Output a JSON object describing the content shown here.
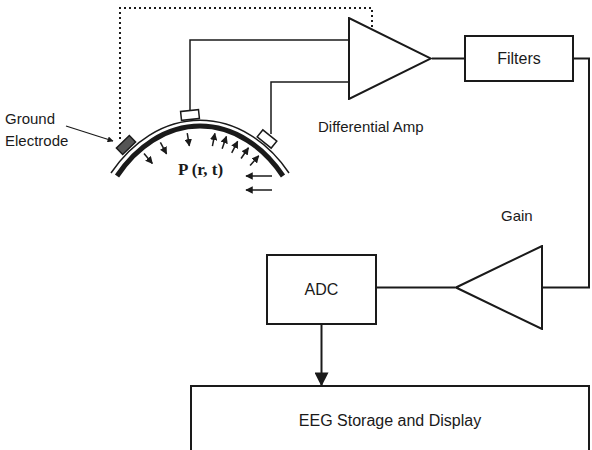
{
  "diagram": {
    "nodes": [
      {
        "text": [
          "Differential Amp"
        ]
      },
      {
        "text": [
          "Filters"
        ]
      },
      {
        "text": [
          "Gain"
        ]
      },
      {
        "text": [
          "ADC"
        ]
      },
      {
        "text": [
          "EEG Storage and Display"
        ]
      }
    ],
    "edges": [
      {
        "from": 0,
        "to": 1,
        "arrow": "none"
      },
      {
        "from": 1,
        "to": 2,
        "arrow": "none"
      },
      {
        "from": 2,
        "to": 3,
        "arrow": "none"
      },
      {
        "from": 3,
        "to": 4,
        "arrow": "to"
      }
    ],
    "labels": [
      "Ground Electrode",
      "P (r, t)"
    ]
  }
}
